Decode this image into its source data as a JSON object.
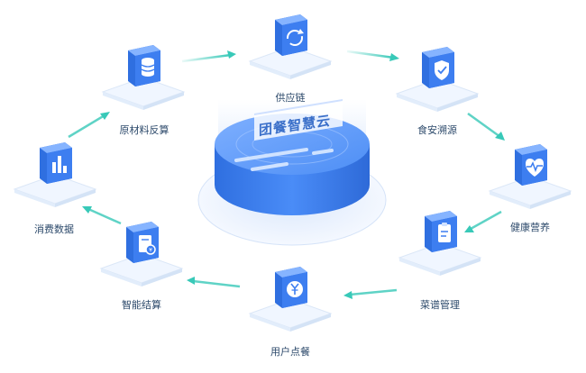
{
  "hub": {
    "title": "团餐智慧云"
  },
  "nodes": [
    {
      "id": "supply",
      "label": "供应链",
      "icon": "cycle-arrows-icon"
    },
    {
      "id": "safety",
      "label": "食安溯源",
      "icon": "shield-check-icon"
    },
    {
      "id": "health",
      "label": "健康营养",
      "icon": "heartbeat-icon"
    },
    {
      "id": "menu",
      "label": "菜谱管理",
      "icon": "clipboard-icon"
    },
    {
      "id": "order",
      "label": "用户点餐",
      "icon": "yen-coin-icon"
    },
    {
      "id": "settle",
      "label": "智能结算",
      "icon": "invoice-yen-icon"
    },
    {
      "id": "consume",
      "label": "消费数据",
      "icon": "bar-chart-icon"
    },
    {
      "id": "material",
      "label": "原材料反算",
      "icon": "database-icon"
    }
  ],
  "colors": {
    "accent": "#3d7ef0",
    "arrow": "#38c9b8",
    "label": "#2d4a6b"
  }
}
